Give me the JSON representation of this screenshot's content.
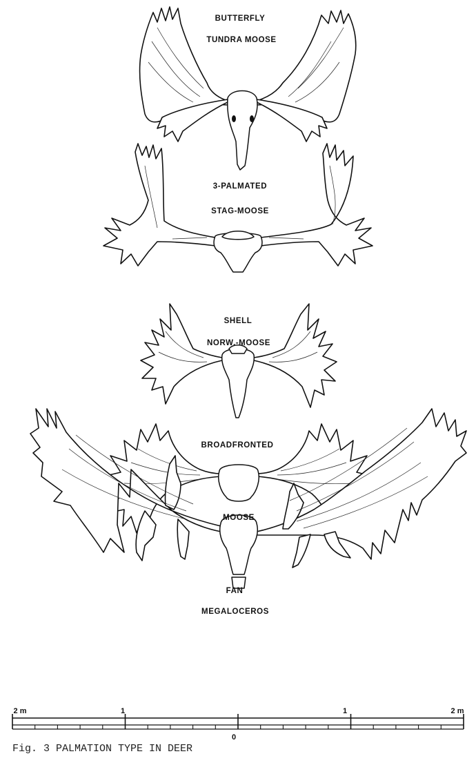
{
  "figure": {
    "caption": "Fig. 3  PALMATION TYPE IN DEER",
    "panels": [
      {
        "type_label": "BUTTERFLY",
        "species_label": "TUNDRA MOOSE"
      },
      {
        "type_label": "3-PALMATED",
        "species_label": "STAG-MOOSE"
      },
      {
        "type_label": "SHELL",
        "species_label": "NORW.-MOOSE"
      },
      {
        "type_label": "BROADFRONTED",
        "species_label": "MOOSE"
      },
      {
        "type_label": "FAN",
        "species_label": "MEGALOCEROS"
      }
    ],
    "scale_bar": {
      "labels": {
        "left": "2 m",
        "left_mid": "1",
        "center": "0",
        "right_mid": "1",
        "right": "2 m"
      }
    }
  }
}
